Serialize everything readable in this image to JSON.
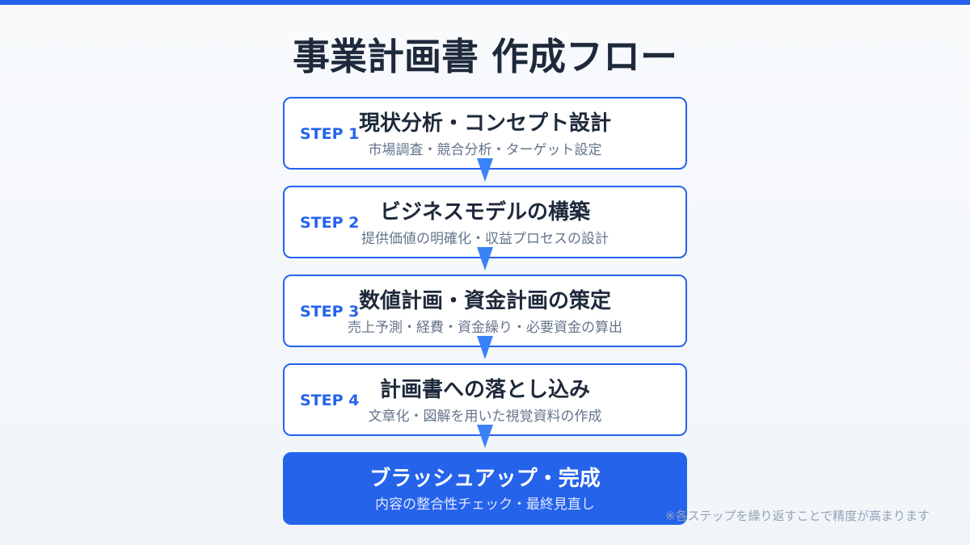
{
  "header": {
    "title": "事業計画書 作成フロー"
  },
  "steps": [
    {
      "label": "STEP 1",
      "title": "現状分析・コンセプト設計",
      "description": "市場調査・競合分析・ターゲット設定"
    },
    {
      "label": "STEP 2",
      "title": "ビジネスモデルの構築",
      "description": "提供価値の明確化・収益プロセスの設計"
    },
    {
      "label": "STEP 3",
      "title": "数値計画・資金計画の策定",
      "description": "売上予測・経費・資金繰り・必要資金の算出"
    },
    {
      "label": "STEP 4",
      "title": "計画書への落とし込み",
      "description": "文章化・図解を用いた視覚資料の作成"
    }
  ],
  "final_step": {
    "title": "ブラッシュアップ・完成",
    "description": "内容の整合性チェック・最終見直し"
  },
  "footnote": "※各ステップを繰り返すことで精度が高まります",
  "colors": {
    "accent": "#2563eb",
    "arrow": "#3b82f6",
    "title_text": "#1e293b",
    "sub_text": "#64748b",
    "footnote_text": "#94a3b8",
    "background_top": "#f8fafc",
    "background_bottom": "#f1f5f9"
  },
  "icons": {
    "connector": "down-triangle-arrow"
  }
}
